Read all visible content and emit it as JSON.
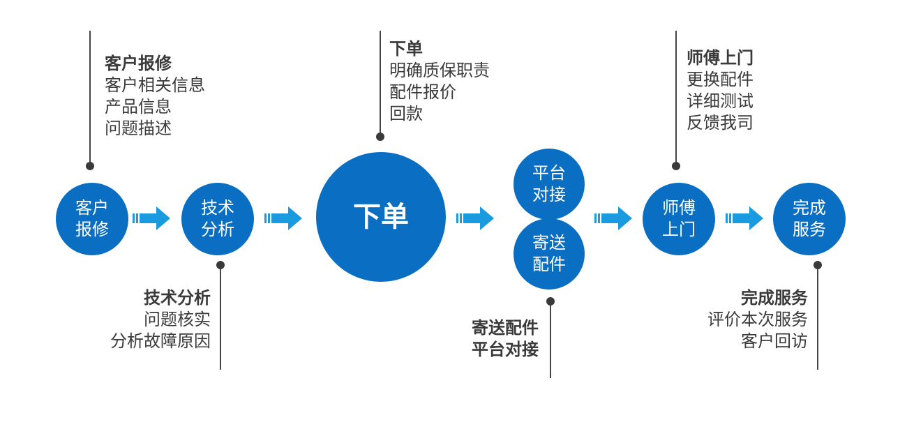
{
  "colors": {
    "circle": "#0a6fc2",
    "arrow": "#1a9be0",
    "text": "#3a3a3a",
    "line": "#444444"
  },
  "steps": {
    "report": {
      "line1": "客户",
      "line2": "报修"
    },
    "analysis": {
      "line1": "技术",
      "line2": "分析"
    },
    "order": {
      "label": "下单"
    },
    "platform": {
      "line1": "平台",
      "line2": "对接"
    },
    "ship": {
      "line1": "寄送",
      "line2": "配件"
    },
    "visit": {
      "line1": "师傅",
      "line2": "上门"
    },
    "complete": {
      "line1": "完成",
      "line2": "服务"
    }
  },
  "notes": {
    "report": {
      "title": "客户报修",
      "items": [
        "客户相关信息",
        "产品信息",
        "问题描述"
      ]
    },
    "analysis": {
      "title": "技术分析",
      "items": [
        "问题核实",
        "分析故障原因"
      ]
    },
    "order": {
      "title": "下单",
      "items": [
        "明确质保职责",
        "配件报价",
        "回款"
      ]
    },
    "ship": {
      "title": "寄送配件",
      "items": [
        "平台对接"
      ]
    },
    "visit": {
      "title": "师傅上门",
      "items": [
        "更换配件",
        "详细测试",
        "反馈我司"
      ]
    },
    "complete": {
      "title": "完成服务",
      "items": [
        "评价本次服务",
        "客户回访"
      ]
    }
  }
}
